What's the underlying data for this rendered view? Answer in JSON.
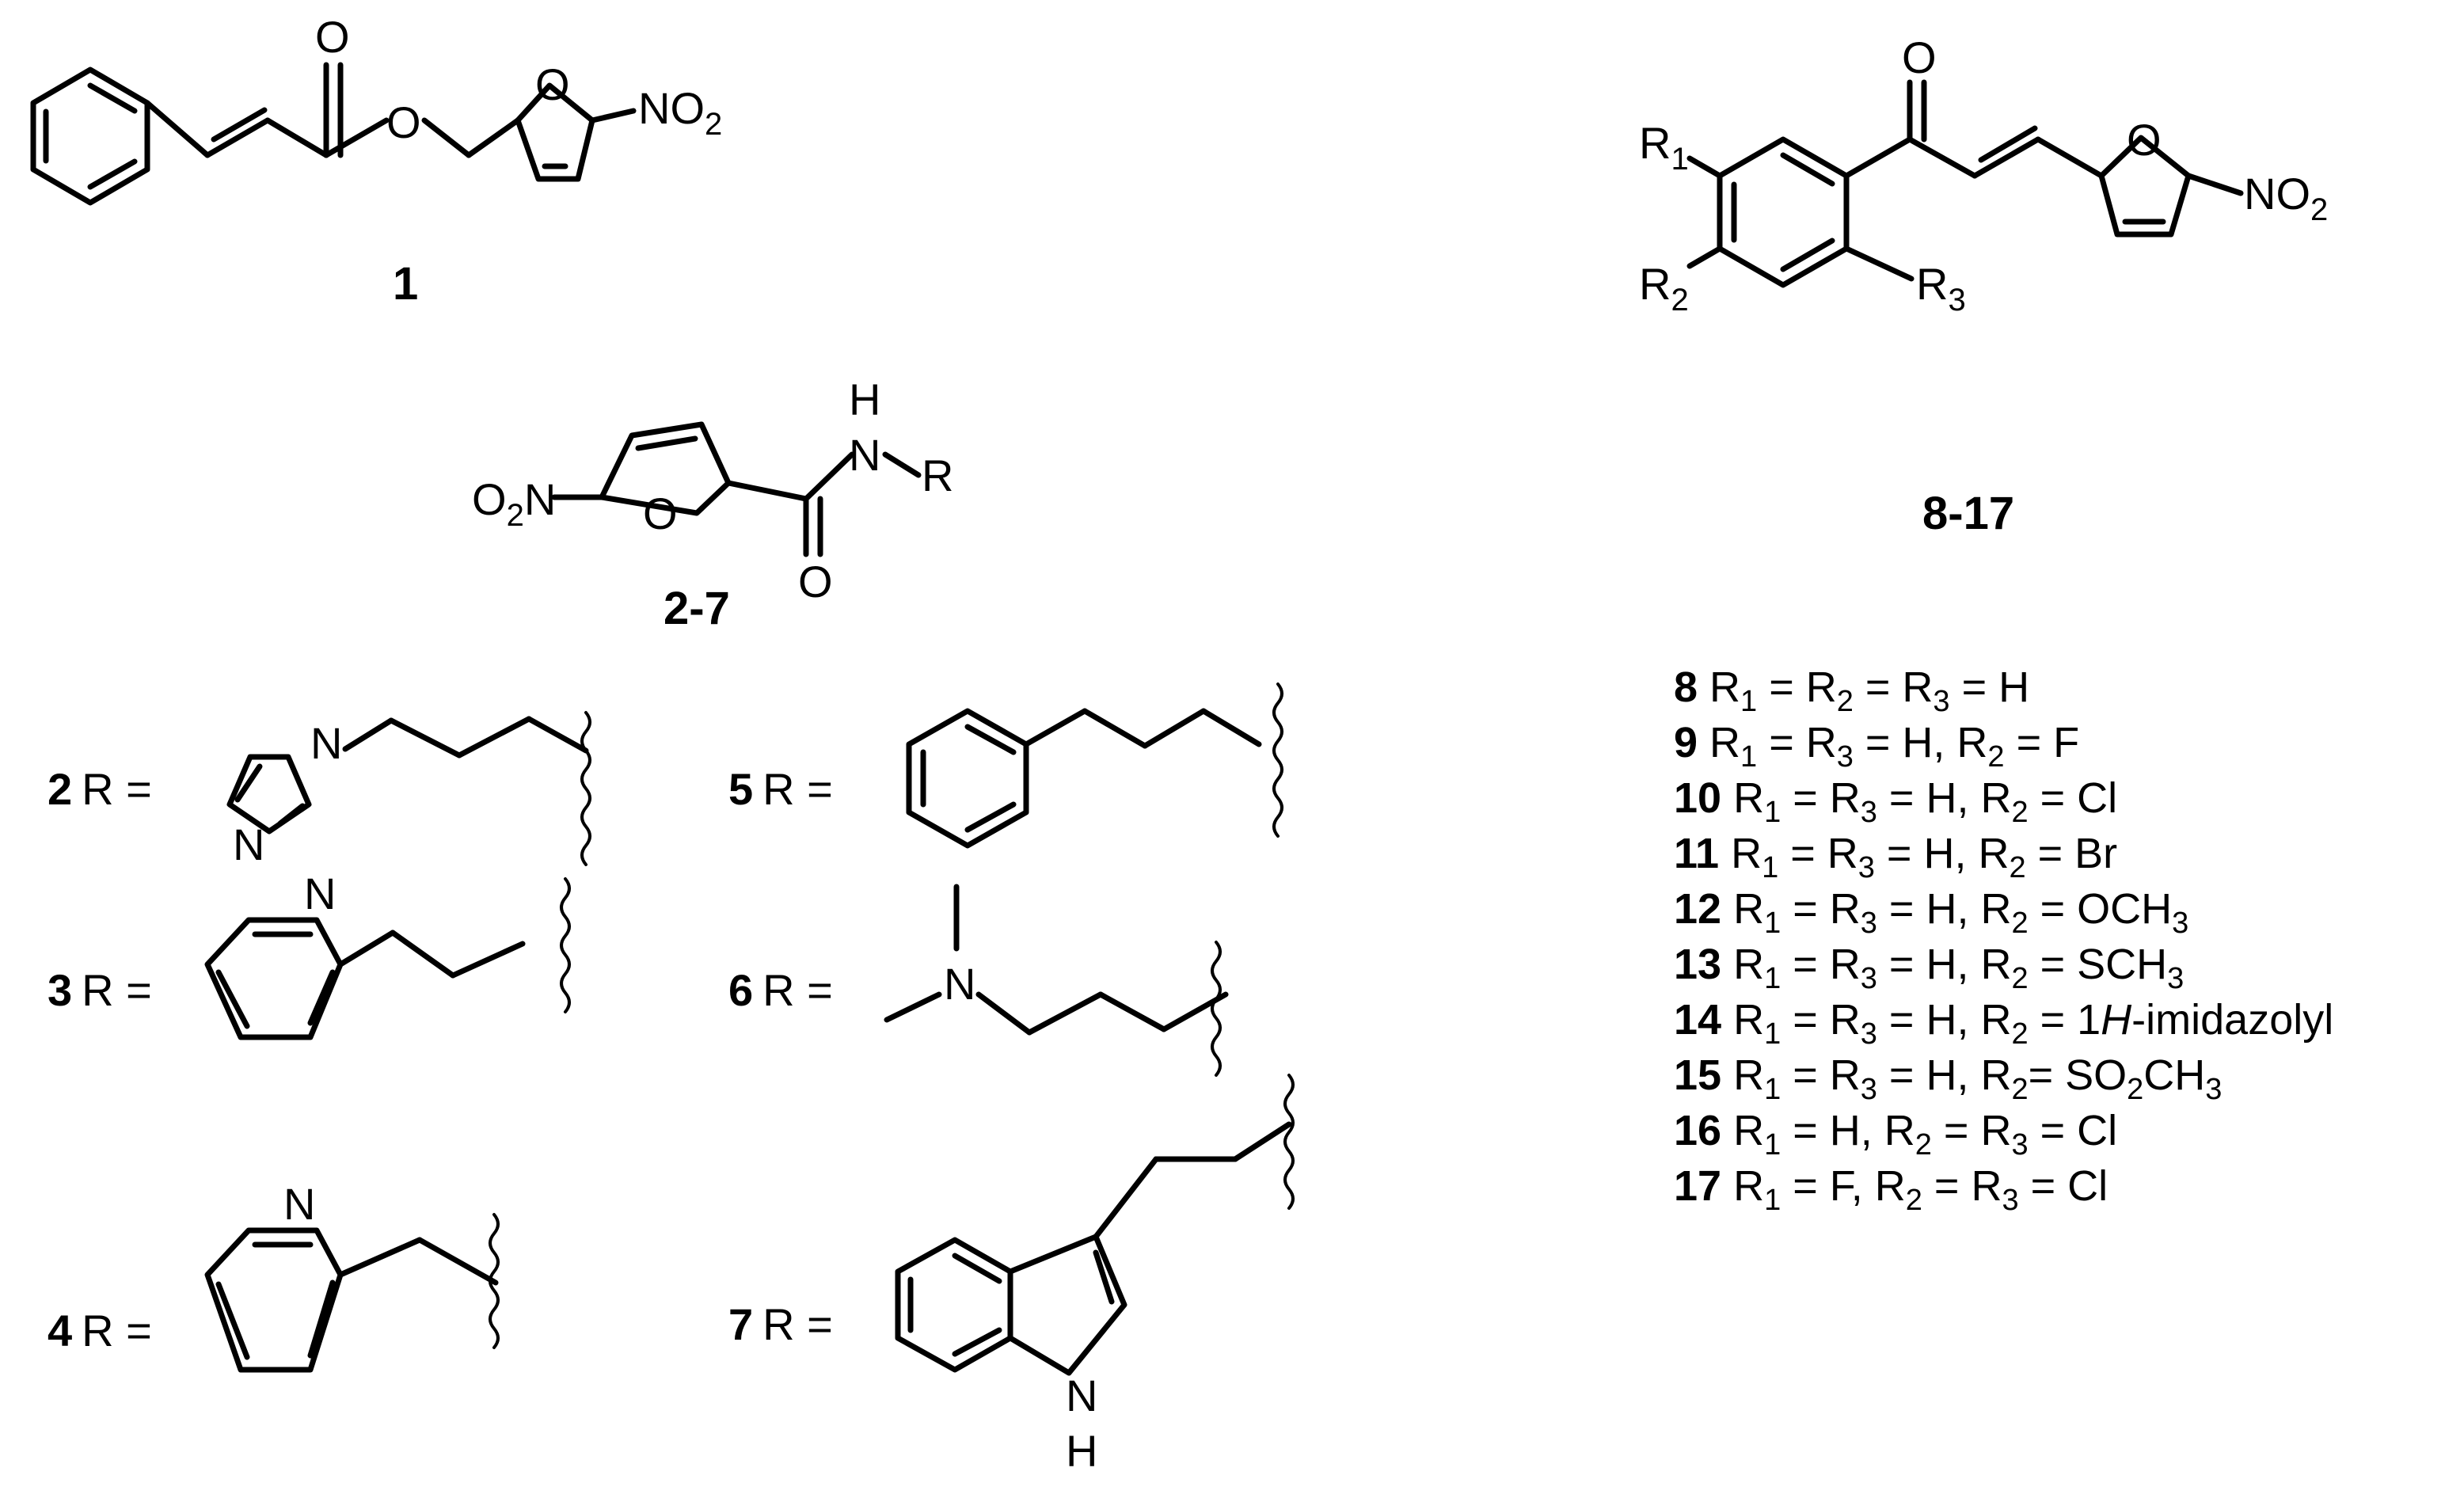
{
  "atoms": {
    "O": "O",
    "N": "N",
    "H": "H",
    "R": "R",
    "R1": "R",
    "R2": "R",
    "R3": "R",
    "sub1": "1",
    "sub2": "2",
    "sub3": "3",
    "NO": "NO",
    "O2": "O",
    "N_after_O2": "N",
    "two": "2"
  },
  "compound_labels": {
    "c1": "1",
    "c2_7": "2-7",
    "c8_17": "8-17"
  },
  "r_groups": [
    {
      "id": "2",
      "text": "R ="
    },
    {
      "id": "3",
      "text": "R ="
    },
    {
      "id": "4",
      "text": "R ="
    },
    {
      "id": "5",
      "text": "R ="
    },
    {
      "id": "6",
      "text": "R ="
    },
    {
      "id": "7",
      "text": "R ="
    }
  ],
  "substituent_table": [
    {
      "id": "8",
      "def": "R1 = R2 = R3 = H"
    },
    {
      "id": "9",
      "def": "R1 = R3 = H, R2 = F"
    },
    {
      "id": "10",
      "def": "R1 = R3 = H, R2 = Cl"
    },
    {
      "id": "11",
      "def": "R1 = R3 = H, R2 = Br"
    },
    {
      "id": "12",
      "def": "R1 = R3 = H, R2 = OCH3"
    },
    {
      "id": "13",
      "def": "R1 = R3 = H, R2 = SCH3"
    },
    {
      "id": "14",
      "def": "R1 = R3 = H, R2 = 1H-imidazolyl"
    },
    {
      "id": "15",
      "def": "R1 = R3 = H, R2= SO2CH3"
    },
    {
      "id": "16",
      "def": "R1 = H, R2 = R3 = Cl"
    },
    {
      "id": "17",
      "def": "R1 = F, R2 = R3 = Cl"
    }
  ]
}
